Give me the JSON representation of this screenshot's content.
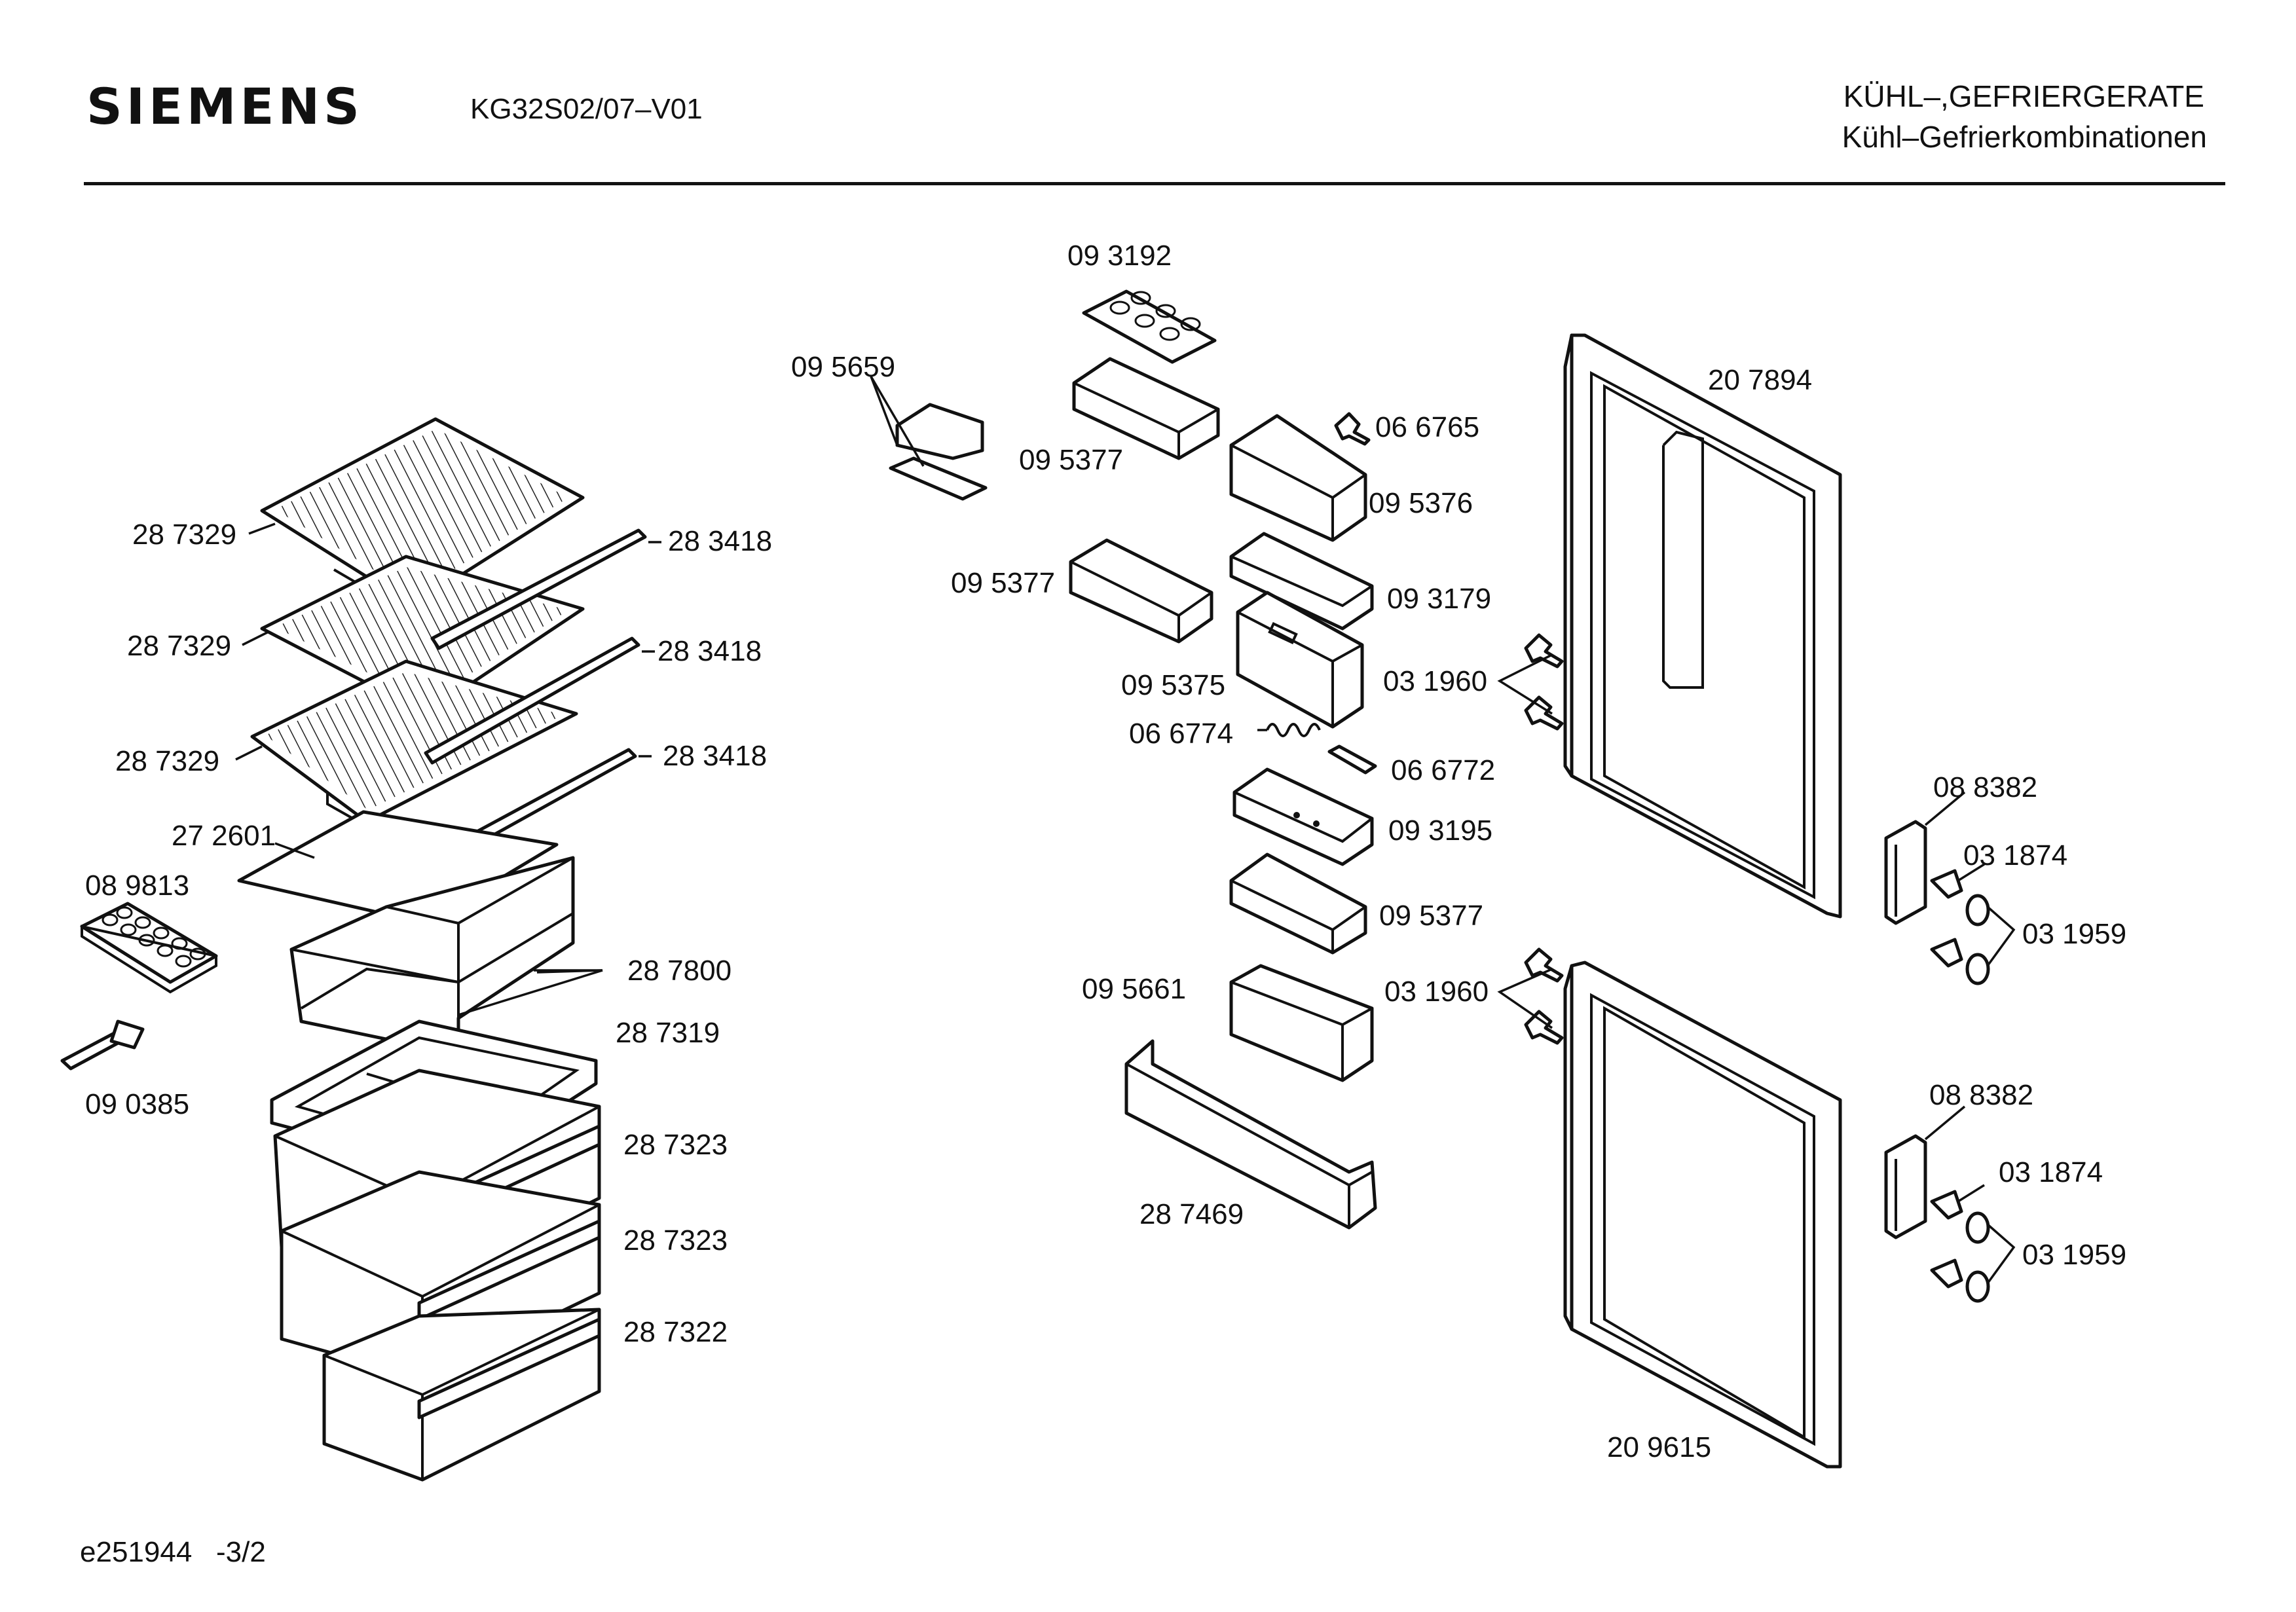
{
  "header": {
    "brand": "SIEMENS",
    "model": "KG32S02/07–V01",
    "category": "KÜHL–,GEFRIERGERATE",
    "subcategory": "Kühl–Gefrierkombinationen"
  },
  "footer": {
    "ref": "e251944   -3/2"
  },
  "parts": {
    "p_287329_a": "28 7329",
    "p_287329_b": "28 7329",
    "p_287329_c": "28 7329",
    "p_283418_a": "28 3418",
    "p_283418_b": "28 3418",
    "p_283418_c": "28 3418",
    "p_272601": "27 2601",
    "p_089813": "08 9813",
    "p_287800": "28 7800",
    "p_287319": "28 7319",
    "p_090385": "09 0385",
    "p_287323_a": "28 7323",
    "p_287323_b": "28 7323",
    "p_287322": "28 7322",
    "p_093192": "09 3192",
    "p_095659": "09 5659",
    "p_095377_a": "09 5377",
    "p_066765": "06 6765",
    "p_095376": "09 5376",
    "p_095377_b": "09 5377",
    "p_093179": "09 3179",
    "p_095375": "09 5375",
    "p_031960_a": "03 1960",
    "p_066774": "06 6774",
    "p_066772": "06 6772",
    "p_093195": "09 3195",
    "p_095377_c": "09 5377",
    "p_095661": "09 5661",
    "p_031960_b": "03 1960",
    "p_287469": "28 7469",
    "p_207894": "20 7894",
    "p_088382_a": "08 8382",
    "p_031874_a": "03 1874",
    "p_031959_a": "03 1959",
    "p_088382_b": "08 8382",
    "p_031874_b": "03 1874",
    "p_031959_b": "03 1959",
    "p_209615": "20 9615"
  }
}
